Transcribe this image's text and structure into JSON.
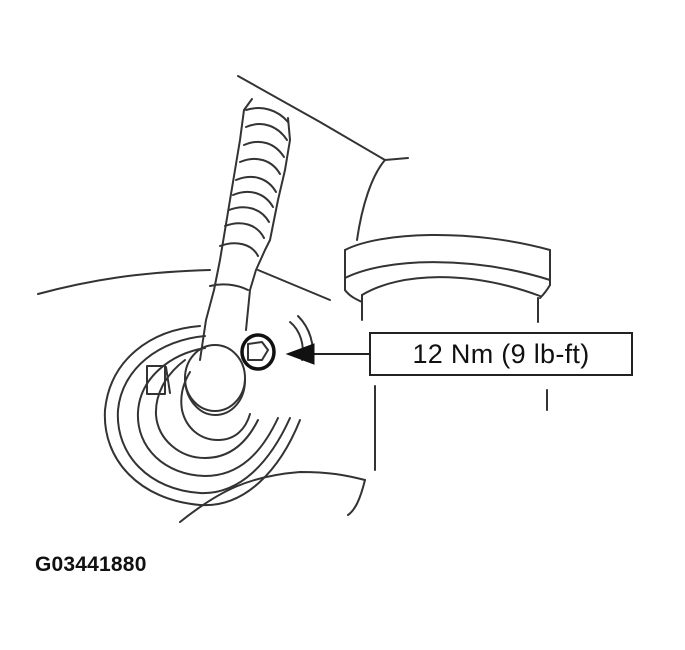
{
  "diagram": {
    "type": "technical-line-drawing",
    "subject": "torque wrench socket on bolt, with flanged hose connection",
    "callout": {
      "label": "12 Nm (9 lb-ft)",
      "arrow_target": "bolt"
    },
    "figure_id": "G03441880",
    "colors": {
      "line": "#333333",
      "background": "#ffffff",
      "text": "#111111"
    }
  }
}
